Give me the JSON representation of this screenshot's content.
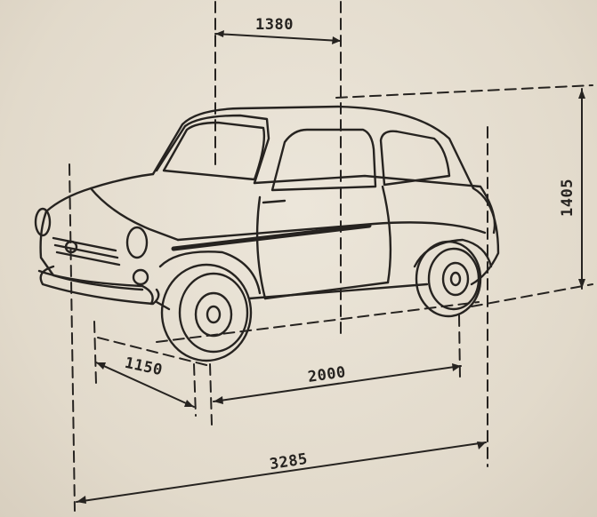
{
  "dimensions": {
    "width": "1380",
    "height": "1405",
    "front_overhang": "1150",
    "wheelbase": "2000",
    "length": "3285"
  },
  "colors": {
    "paper": "#e6dfd2",
    "ink": "#262320"
  }
}
